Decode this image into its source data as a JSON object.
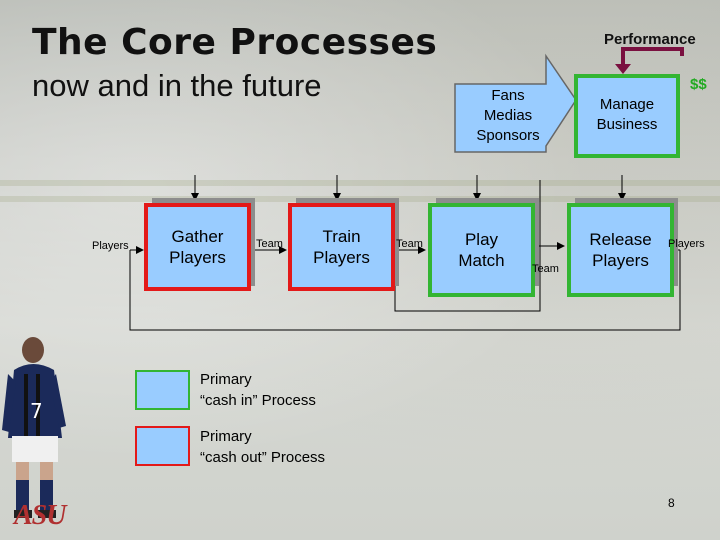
{
  "title": {
    "line1": "The Core Processes",
    "line2": "now and in the future"
  },
  "processes": [
    {
      "label": "Gather\nPlayers",
      "border": "red"
    },
    {
      "label": "Train\nPlayers",
      "border": "red"
    },
    {
      "label": "Play\nMatch",
      "border": "green"
    },
    {
      "label": "Release\nPlayers",
      "border": "green"
    }
  ],
  "flow_labels": {
    "players_in": "Players",
    "team_1": "Team",
    "team_2": "Team",
    "team_3": "Team",
    "players_out": "Players"
  },
  "fans": "Fans\nMedias\nSponsors",
  "performance": "Performance",
  "manage": "Manage\nBusiness",
  "dollars": "$$",
  "legend": [
    {
      "label": "Primary\n“cash in” Process",
      "border": "green"
    },
    {
      "label": "Primary\n“cash out” Process",
      "border": "red"
    }
  ],
  "colors": {
    "red": "#e31919",
    "green": "#33b533",
    "box_fill": "#99ccff",
    "performance_arrow": "#7a1040"
  },
  "page_number": "8",
  "logo": "ASU"
}
